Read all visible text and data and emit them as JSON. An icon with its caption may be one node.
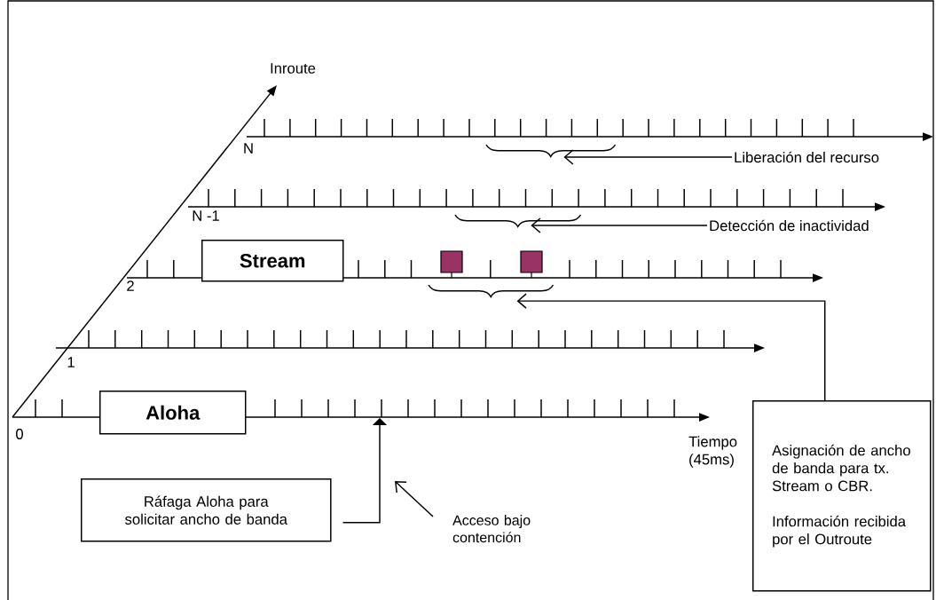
{
  "diagram": {
    "nodes": [
      {
        "text": [
          "Stream"
        ]
      },
      {
        "text": [
          "Aloha"
        ]
      },
      {
        "text": [
          "Ráfaga Aloha para solicitar ancho de banda"
        ]
      },
      {
        "text": [
          "Asignación de ancho de banda para tx. Stream o CBR.",
          "Información recibida por el Outroute"
        ]
      },
      {
        "text": [
          "Liberación del recurso"
        ]
      },
      {
        "text": [
          "Detección de inactividad"
        ]
      },
      {
        "text": [
          "Acceso bajo contención"
        ]
      },
      {
        "text": [],
        "shape": "brace"
      },
      {
        "text": [],
        "shape": "brace"
      },
      {
        "text": [],
        "shape": "brace"
      }
    ],
    "edges": [
      {
        "from": 4,
        "to": 7,
        "arrow": "to"
      },
      {
        "from": 5,
        "to": 8,
        "arrow": "to"
      },
      {
        "from": 3,
        "to": 9,
        "arrow": "to"
      },
      {
        "from": 2,
        "to": null,
        "arrow": "to"
      },
      {
        "from": 6,
        "to": null,
        "arrow": "to"
      }
    ],
    "labels": [
      "Inroute",
      "N",
      "N -1",
      "2",
      "1",
      "0",
      "Tiempo (45ms)"
    ]
  }
}
